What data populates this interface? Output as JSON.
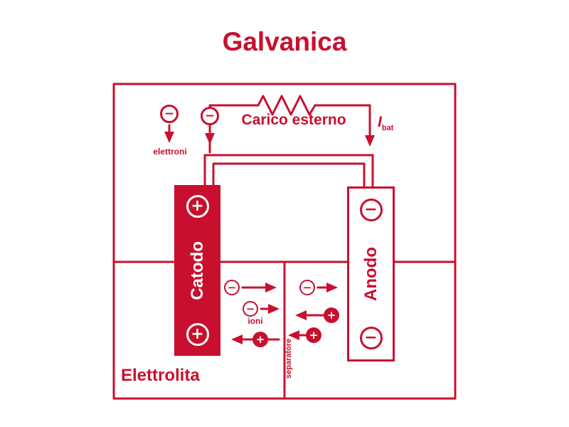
{
  "title": "Galvanica",
  "colors": {
    "accent": "#C8102E",
    "background": "#FFFFFF"
  },
  "circuit": {
    "load_label": "Carico esterno",
    "current_symbol": "I",
    "current_subscript": "bat",
    "electrons_label": "elettroni"
  },
  "electrodes": {
    "cathode": {
      "label": "Catodo",
      "terminal": "+"
    },
    "anode": {
      "label": "Anodo",
      "terminal": "−"
    }
  },
  "electrolyte": {
    "label": "Elettrolita",
    "separator_label": "separatore",
    "ions_label": "ioni"
  },
  "symbols": {
    "plus": "+",
    "minus": "−"
  }
}
